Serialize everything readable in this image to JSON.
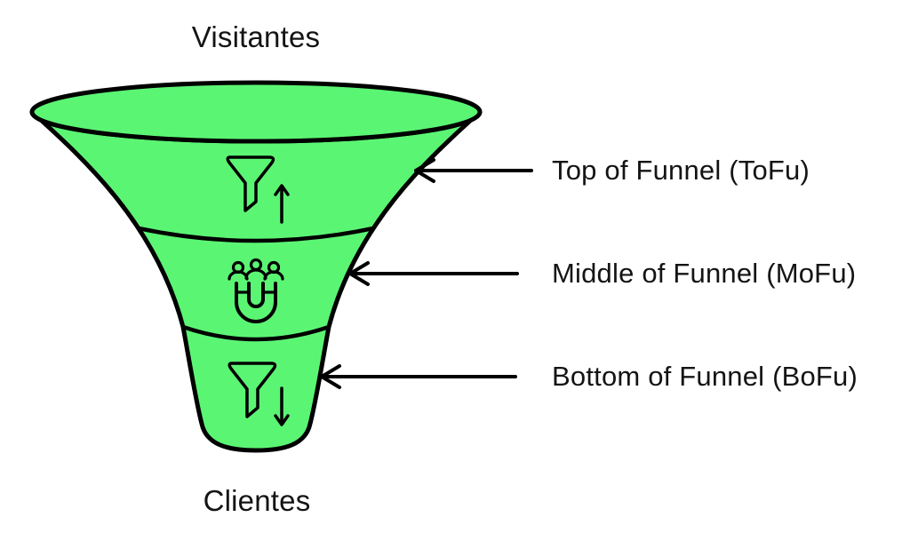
{
  "page": {
    "background_color": "#ffffff"
  },
  "diagram": {
    "type": "marketing-funnel",
    "top_label": "Visitantes",
    "bottom_label": "Clientes",
    "funnel": {
      "fill_color": "#5bf574",
      "outline_color": "#000000",
      "stages": [
        {
          "name": "ToFu",
          "annotation": "Top of Funnel (ToFu)",
          "icon": "filter-up-icon"
        },
        {
          "name": "MoFu",
          "annotation": "Middle of Funnel (MoFu)",
          "icon": "audience-magnet-icon"
        },
        {
          "name": "BoFu",
          "annotation": "Bottom of Funnel (BoFu)",
          "icon": "filter-down-icon"
        }
      ]
    }
  }
}
